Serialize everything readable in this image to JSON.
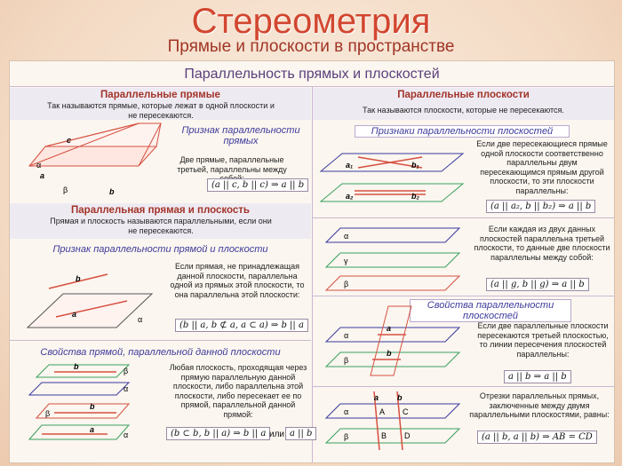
{
  "title": "Стереометрия",
  "subtitle": "Прямые и плоскости в пространстве",
  "section_title": "Параллельность прямых и плоскостей",
  "left": {
    "parallel_lines": {
      "heading": "Параллельные прямые",
      "definition": "Так называются прямые, которые лежат в одной плоскости и не пересекаются.",
      "criterion_title": "Признак параллельности прямых",
      "criterion_text": "Две прямые, параллельные третьей, параллельны между собой:",
      "criterion_formula": "(a || c, b || c) ⇒ a || b",
      "labels": {
        "c": "c",
        "a": "a",
        "b": "b",
        "alpha": "α",
        "beta": "β"
      }
    },
    "line_plane": {
      "heading": "Параллельная прямая и плоскость",
      "definition": "Прямая и плоскость называются параллельными, если они не пересекаются.",
      "criterion_title": "Признак параллельности прямой и плоскости",
      "criterion_text": "Если прямая, не принадлежащая данной плоскости, параллельна одной из прямых этой плоскости, то она параллельна этой плоскости:",
      "criterion_formula": "(b || a, b ⊄ a, a ⊂ a) ⇒ b || a",
      "labels": {
        "b": "b",
        "a": "a",
        "alpha": "α"
      }
    },
    "line_properties": {
      "title": "Свойства прямой, параллельной данной плоскости",
      "text": "Любая плоскость, проходящая через прямую параллельную данной плоскости, либо параллельна этой плоскости, либо пересекает ее по прямой, параллельной данной прямой:",
      "formula1": "(b ⊂ b, b || a) ⇒ b || a",
      "or": "или",
      "formula2": "a || b",
      "labels": {
        "b": "b",
        "a": "a",
        "alpha": "α",
        "beta": "β"
      }
    }
  },
  "right": {
    "parallel_planes": {
      "heading": "Параллельные плоскости",
      "definition": "Так называются плоскости, которые не пересекаются.",
      "criteria_title": "Признаки параллельности плоскостей",
      "criterion1_text": "Если две пересекающиеся прямые одной плоскости соответственно параллельны двум пересекающимся прямым другой плоскости, то эти плоскости параллельны:",
      "criterion1_formula": "(a || a₂, b || b₂) ⇒ a || b",
      "criterion2_text": "Если каждая из двух данных плоскостей параллельна третьей плоскости, то данные две плоскости параллельны между собой:",
      "criterion2_formula": "(a || g, b || g) ⇒ a || b",
      "labels": {
        "a1": "a₁",
        "b1": "b₁",
        "a2": "a₂",
        "b2": "b₂",
        "alpha": "α",
        "gamma": "γ",
        "beta": "β"
      }
    },
    "plane_properties": {
      "title": "Свойства параллельности плоскостей",
      "text1": "Если две параллельные плоскости пересекаются третьей плоскостью, то линии пересечения плоскостей параллельны:",
      "formula1": "a || b ⇒ a || b",
      "text2": "Отрезки параллельных прямых, заключенные между двумя параллельными плоскостями, равны:",
      "formula2": "(a || b, a || b) ⇒ AB = CD",
      "labels": {
        "a": "a",
        "b": "b",
        "alpha": "α",
        "beta": "β",
        "A": "A",
        "B": "B",
        "C": "C",
        "D": "D"
      }
    }
  }
}
